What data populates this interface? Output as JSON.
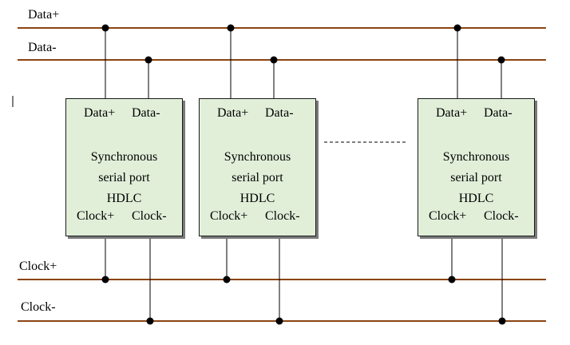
{
  "buses": {
    "data_plus": "Data+",
    "data_minus": "Data-",
    "clock_plus": "Clock+",
    "clock_minus": "Clock-"
  },
  "module": {
    "port_data_plus": "Data+",
    "port_data_minus": "Data-",
    "port_clock_plus": "Clock+",
    "port_clock_minus": "Clock-",
    "line1": "Synchronous",
    "line2": "serial port",
    "line3": "HDLC"
  },
  "colors": {
    "bus_line": "#8b4513",
    "module_fill": "#e1efd9",
    "wire": "#000000"
  }
}
